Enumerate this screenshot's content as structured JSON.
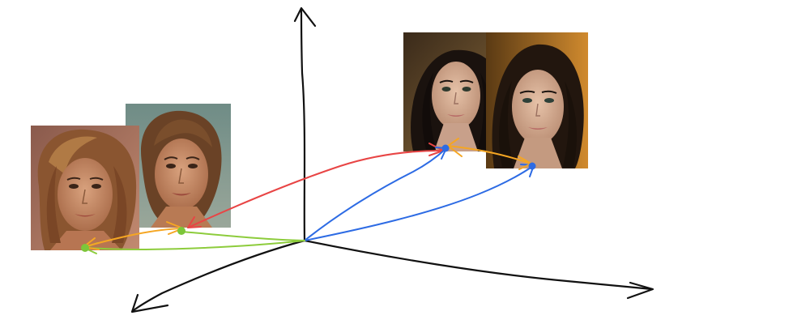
{
  "diagram": {
    "kind": "3d-embedding-space-sketch",
    "description_on_screen": "",
    "colors": {
      "axes": "#111111",
      "red_vector": "#e84545",
      "blue_vector": "#2d6be4",
      "orange_vector": "#f5a623",
      "green_vector": "#8dcc3c",
      "green_dot": "#7cc63a",
      "blue_dot": "#2d6be4"
    },
    "axes": [
      {
        "name": "vertical-axis"
      },
      {
        "name": "right-axis"
      },
      {
        "name": "left-axis"
      }
    ],
    "photo_groups": [
      {
        "name": "left-group",
        "photos": [
          "portrait-woman-long-hair-left",
          "portrait-woman-updo-left"
        ]
      },
      {
        "name": "right-group",
        "photos": [
          "portrait-woman-dark-hair-right-a",
          "portrait-woman-dark-hair-right-b"
        ]
      }
    ],
    "vectors": [
      {
        "color_key": "red_vector",
        "from": "left-group",
        "to": "right-group"
      },
      {
        "color_key": "blue_vector",
        "from": "origin",
        "to": "right-group"
      },
      {
        "color_key": "blue_vector",
        "from": "origin",
        "to": "right-group"
      },
      {
        "color_key": "green_vector",
        "from": "origin",
        "to": "left-group"
      },
      {
        "color_key": "orange_vector",
        "from": "left-group",
        "to": "left-group"
      },
      {
        "color_key": "orange_vector",
        "from": "right-group",
        "to": "right-group"
      }
    ]
  }
}
